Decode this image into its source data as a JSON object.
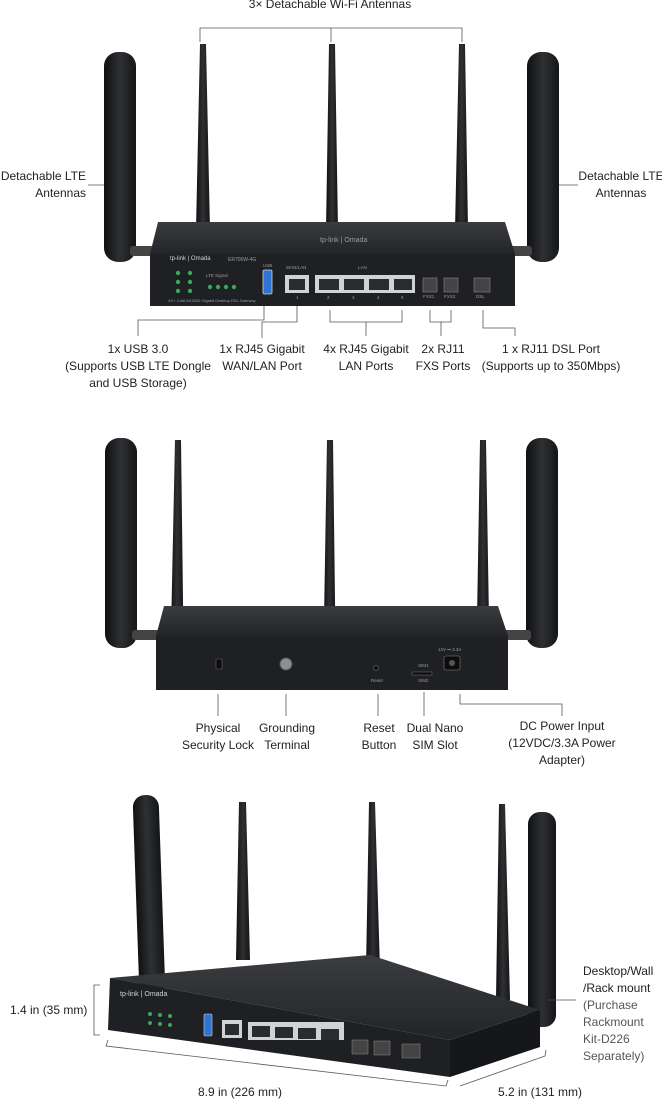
{
  "top_view": {
    "wifi_antennas_label": "3× Detachable Wi-Fi Antennas",
    "lte_left_label": [
      "Detachable LTE",
      "Antennas"
    ],
    "lte_right_label": [
      "Detachable LTE",
      "Antennas"
    ],
    "callouts": [
      [
        "1x USB 3.0",
        "(Supports USB LTE Dongle",
        "and USB Storage)"
      ],
      [
        "1x RJ45 Gigabit",
        "WAN/LAN Port"
      ],
      [
        "4x RJ45 Gigabit",
        "LAN Ports"
      ],
      [
        "2x RJ11",
        "FXS Ports"
      ],
      [
        "1 x RJ11 DSL Port",
        "(Supports up to 350Mbps)"
      ]
    ],
    "device": {
      "brand": "tp-link | Omada",
      "model": "ER706W-4G",
      "subtitle": "4G+ Cat6 AX3000 Gigabit Desktop DSL Gateway",
      "port_labels": [
        "USB",
        "WAN/LAN",
        "LAN",
        "FXS1",
        "FXS2",
        "DSL"
      ],
      "port_numbers": [
        "1",
        "2",
        "3",
        "4",
        "5"
      ],
      "led_group": "LTE Signal"
    }
  },
  "back_view": {
    "callouts": [
      [
        "Physical",
        "Security Lock"
      ],
      [
        "Grounding",
        "Terminal"
      ],
      [
        "Reset",
        "Button"
      ],
      [
        "Dual Nano",
        "SIM Slot"
      ],
      [
        "DC Power Input",
        "(12VDC/3.3A Power Adapter)"
      ]
    ],
    "device": {
      "power_rating": "12V ⎓ 3.3A",
      "sim_labels": [
        "SIM1",
        "SIM2"
      ],
      "reset_label": "Reset"
    }
  },
  "angle_view": {
    "height_label": "1.4 in (35 mm)",
    "width_label": "8.9 in (226 mm)",
    "depth_label": "5.2 in (131 mm)",
    "mount_label": [
      "Desktop/Wall",
      "/Rack mount",
      "(Purchase",
      "Rackmount",
      "Kit-D226",
      "Separately)"
    ]
  },
  "colors": {
    "device_body": "#2b2d31",
    "device_front": "#1e1f22",
    "antenna": "#1a1b1d",
    "usb_blue": "#2f74d0",
    "led_green": "#3aa85a"
  }
}
